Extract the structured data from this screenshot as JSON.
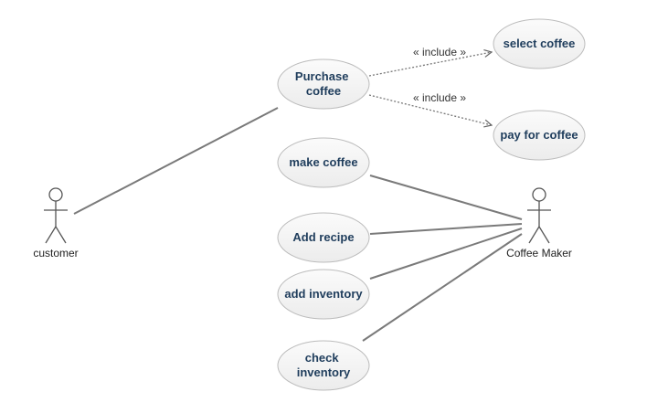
{
  "actors": {
    "customer": {
      "label": "customer"
    },
    "coffee_maker": {
      "label": "Coffee Maker"
    }
  },
  "use_cases": {
    "purchase_coffee": {
      "lines": [
        "Purchase",
        "coffee"
      ]
    },
    "select_coffee": {
      "lines": [
        "select coffee"
      ]
    },
    "pay_for_coffee": {
      "lines": [
        "pay for coffee"
      ]
    },
    "make_coffee": {
      "lines": [
        "make coffee"
      ]
    },
    "add_recipe": {
      "lines": [
        "Add recipe"
      ]
    },
    "add_inventory": {
      "lines": [
        "add inventory"
      ]
    },
    "check_inventory": {
      "lines": [
        "check",
        "inventory"
      ]
    }
  },
  "relations": {
    "include_select": {
      "label": "« include »"
    },
    "include_pay": {
      "label": "« include »"
    }
  },
  "colors": {
    "ellipse_fill": "#f3f3f3",
    "ellipse_stroke": "#bcbcbc",
    "text": "#1f3d5c",
    "line": "#7a7a7a"
  }
}
